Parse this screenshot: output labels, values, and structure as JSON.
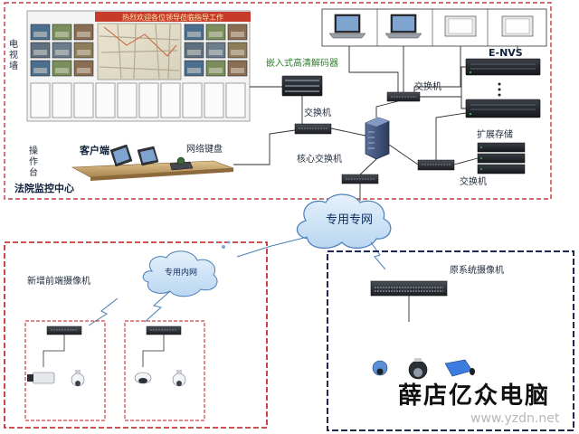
{
  "colors": {
    "section_border": "#c0161c",
    "legacy_border": "#1e2850",
    "cloud_fill": "#cfe4f7",
    "cloud_stroke": "#4a7db5",
    "device_dark": "#2b2f36",
    "desk_wood": "#c8a46e",
    "line": "#2b2b2b",
    "accent_green": "#2f7f2f"
  },
  "control_center": {
    "title": "法院监控中心",
    "tv_wall_label": "电视墙",
    "tv_wall_banner": "热烈欢迎各位领导莅临指导工作",
    "decoder_label": "嵌入式高清解码器",
    "switch_label_top": "交换机",
    "switch_label_mid": "交换机",
    "core_switch_label": "核心交换机",
    "client_label": "客户端",
    "console_label": "操作台",
    "keyboard_label": "网络键盘",
    "nvs_label": "E-NVS",
    "storage_label": "扩展存储",
    "switch_label_right": "交换机"
  },
  "network": {
    "private_net_label": "专用专网",
    "intranet_label": "专用内网"
  },
  "new_cameras": {
    "title": "新增前端摄像机"
  },
  "legacy_cameras": {
    "title": "原系统摄像机"
  },
  "watermark": {
    "company": "薛店亿众电脑",
    "url": "www.yzdn.net"
  },
  "icons": [
    "monitor-icon",
    "switch-icon",
    "server-icon",
    "dome-camera-icon",
    "bullet-camera-icon",
    "cloud-icon",
    "laptop-icon",
    "keyboard-icon"
  ]
}
